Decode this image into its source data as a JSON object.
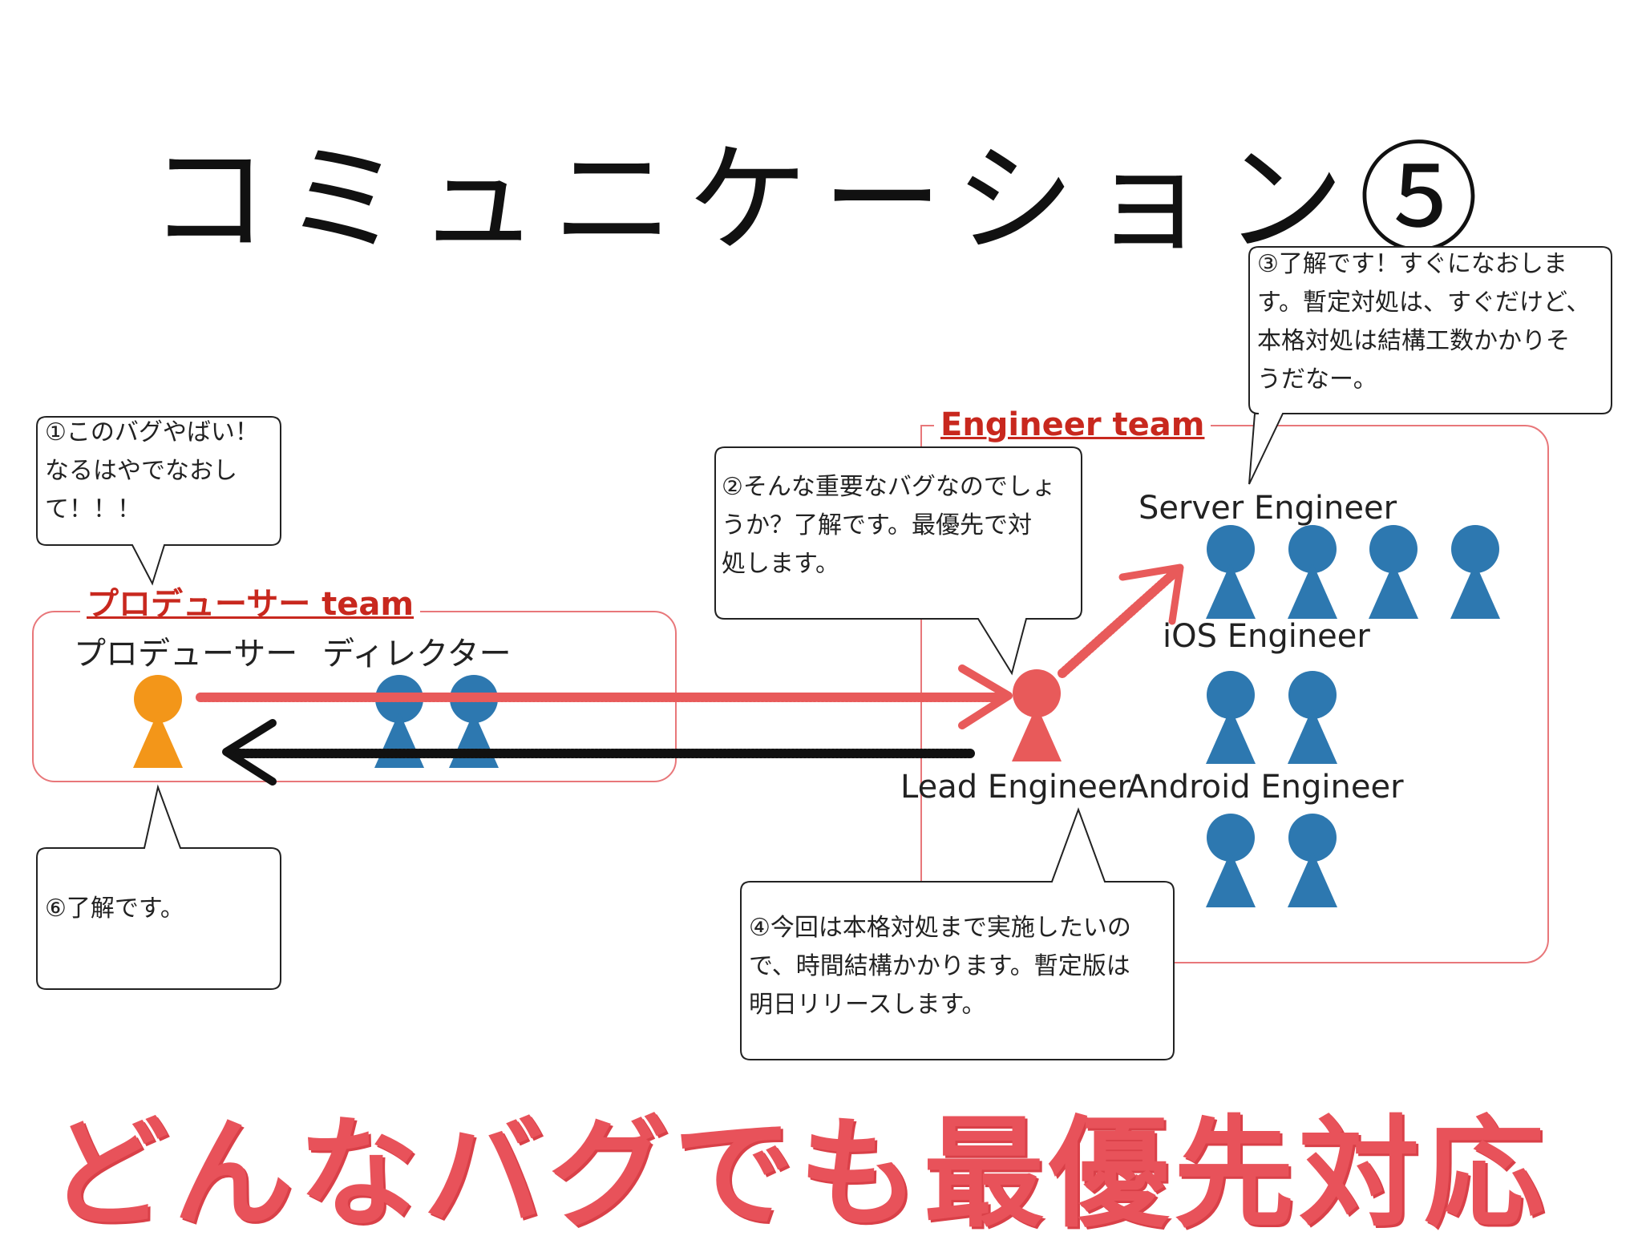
{
  "title": "コミュニケーション⑤",
  "teams": {
    "producer": {
      "label": "プロデューサー team"
    },
    "engineer": {
      "label": "Engineer team"
    }
  },
  "roles": {
    "producer": "プロデューサー",
    "director": "ディレクター",
    "server": "Server Engineer",
    "ios": "iOS Engineer",
    "lead": "Lead Engineer",
    "android": "Android Engineer"
  },
  "bubbles": [
    {
      "id": "1",
      "text": "①このバグやばい！\nなるはやでなおし\nて！！！"
    },
    {
      "id": "2",
      "text": "②そんな重要なバグなのでしょ\nうか？了解です。最優先で対\n処します。"
    },
    {
      "id": "3",
      "text": "③了解です！すぐになおしま\nす。暫定対処は、すぐだけど、\n本格対処は結構工数かかりそ\nうだなー。"
    },
    {
      "id": "4",
      "text": "④今回は本格対処まで実施したいの\nで、時間結構かかります。暫定版は\n明日リリースします。"
    },
    {
      "id": "6",
      "text": "⑥了解です。"
    }
  ],
  "banner": "どんなバグでも最優先対応",
  "colors": {
    "producer_figure": "#f39619",
    "member_figure": "#2d78b0",
    "lead_figure": "#e85a5a",
    "team_border": "#e8777a",
    "team_label": "#c8281e",
    "red_arrow": "#e85a5a",
    "black_arrow": "#111111",
    "banner": "#e8525a"
  }
}
